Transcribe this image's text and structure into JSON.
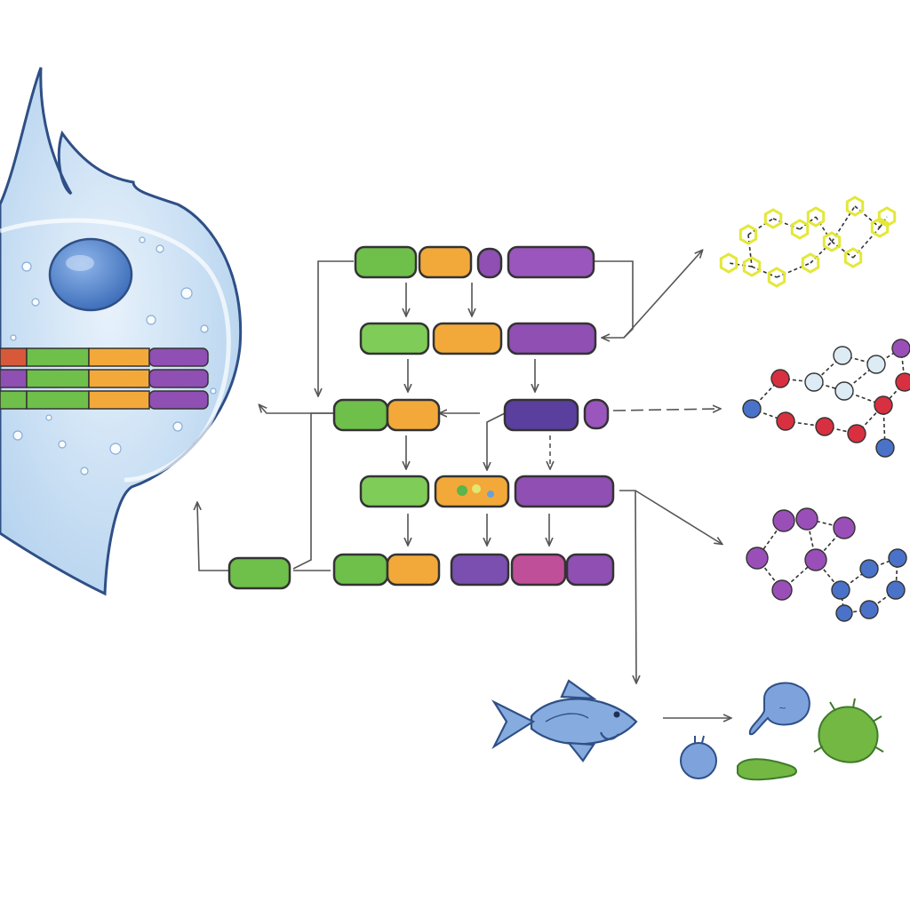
{
  "palette": {
    "background": "#ffffff",
    "cell_outline": "#2f4f86",
    "cell_fill": "#cfe3f5",
    "nucleus": "#4f82c9",
    "green": "#6fbf4b",
    "orange": "#f3a93a",
    "purple": "#8f4fb3",
    "indigo": "#5a3f9e",
    "pink": "#c04f9a",
    "arrow": "#555555",
    "yellow_molecule": "#e3e838",
    "red_molecule": "#d83040",
    "blue_molecule": "#4a72c8",
    "violet_molecule": "#9a4fb8",
    "fish": "#86acdf",
    "microbe_green": "#72b843"
  },
  "diagram": {
    "components": [
      {
        "name": "cell",
        "icon": "eukaryotic-cell-icon"
      },
      {
        "name": "nucleus",
        "icon": "nucleus-icon"
      },
      {
        "name": "chromosome-band",
        "icon": "striped-chromosome-icon"
      },
      {
        "name": "gene-segment-rows",
        "count": 5
      },
      {
        "name": "yellow-molecule-network",
        "icon": "molecule-network-icon"
      },
      {
        "name": "red-blue-molecule-network",
        "icon": "molecule-network-icon"
      },
      {
        "name": "violet-blue-molecule-network",
        "icon": "molecule-network-icon"
      },
      {
        "name": "fish",
        "icon": "fish-icon"
      },
      {
        "name": "microbes",
        "icon": "microbe-icon",
        "count": 4
      }
    ]
  }
}
